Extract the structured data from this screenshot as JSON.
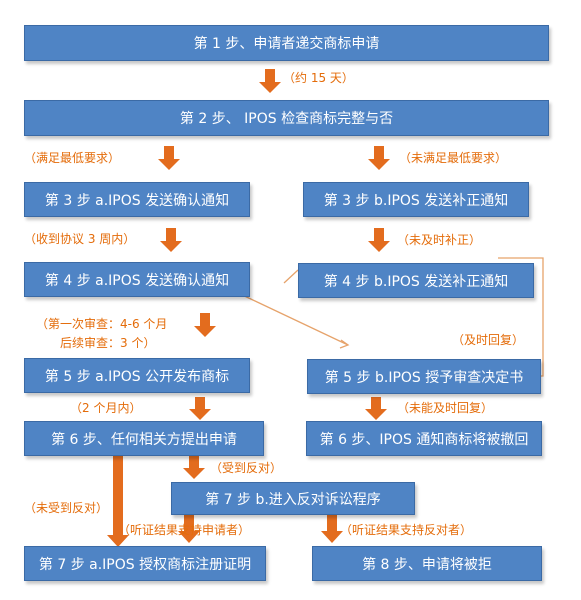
{
  "colors": {
    "box_fill": "#4f84c5",
    "box_text": "#ffffff",
    "arrow": "#e36c1e",
    "annotation": "#e46c0a"
  },
  "boxes": {
    "step1": "第 1 步、申请者递交商标申请",
    "step2": "第 2 步、      IPOS 检查商标完整与否",
    "step3a": "第 3 步 a.IPOS 发送确认通知",
    "step3b": "第 3 步 b.IPOS 发送补正通知",
    "step4a": "第 4 步 a.IPOS 发送确认通知",
    "step4b": "第 4 步 b.IPOS 发送补正通知",
    "step5a": "第 5 步 a.IPOS 公开发布商标",
    "step5b": "第 5 步 b.IPOS 授予审查决定书",
    "step6a": "第 6 步、任何相关方提出申请",
    "step6b": "第 6 步、IPOS 通知商标将被撤回",
    "step7b": "第 7 步 b.进入反对诉讼程序",
    "step7a": "第 7 步 a.IPOS 授权商标注册证明",
    "step8": "第 8 步、申请将被拒"
  },
  "notes": {
    "about15days": "（约 15 天）",
    "meet_min": "（满足最低要求）",
    "not_meet_min": "（未满足最低要求）",
    "within3weeks": "（收到协议 3 周内）",
    "not_timely_fix": "（未及时补正）",
    "first_review": "（第一次审查：4-6 个月",
    "later_review": "后续审查：3 个）",
    "timely_reply": "（及时回复）",
    "within2months": "（2 个月内）",
    "not_timely_reply": "（未能及时回复）",
    "opposed": "（受到反对）",
    "not_opposed": "（未受到反对）",
    "hearing_applicant": "（听证结果支持申请者）",
    "hearing_opponent": "（听证结果支持反对者）"
  }
}
